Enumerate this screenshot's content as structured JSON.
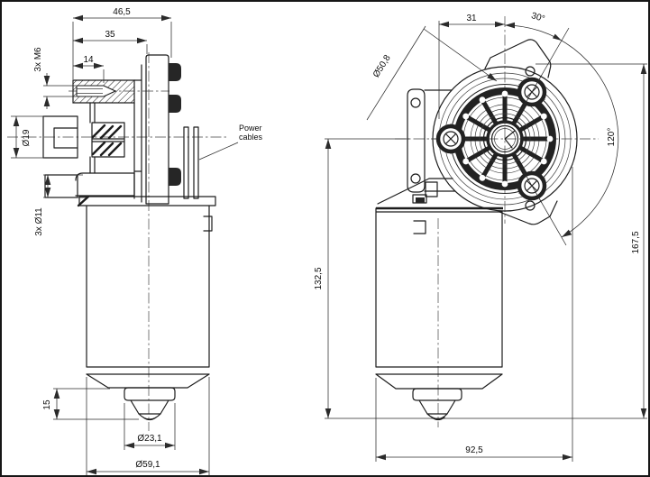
{
  "drawing": {
    "left_view": {
      "dim_overall_width": "46,5",
      "dim_gearbox_width": "35",
      "dim_shaft_length": "14",
      "dim_thread": "3x M6",
      "dim_shaft_diameter": "Ø19",
      "dim_mount_holes": "3x Ø11",
      "dim_bearing_height": "15",
      "dim_bearing_diameter": "Ø23,1",
      "dim_body_diameter": "Ø59,1",
      "label_power_cables_1": "Power",
      "label_power_cables_2": "cables"
    },
    "front_view": {
      "dim_center_offset": "31",
      "dim_angle_top": "30°",
      "dim_bolt_circle": "Ø50,8",
      "dim_angle_bosses": "120°",
      "dim_axis_to_bottom": "132,5",
      "dim_overall_height": "167,5",
      "dim_overall_width": "92,5"
    }
  }
}
